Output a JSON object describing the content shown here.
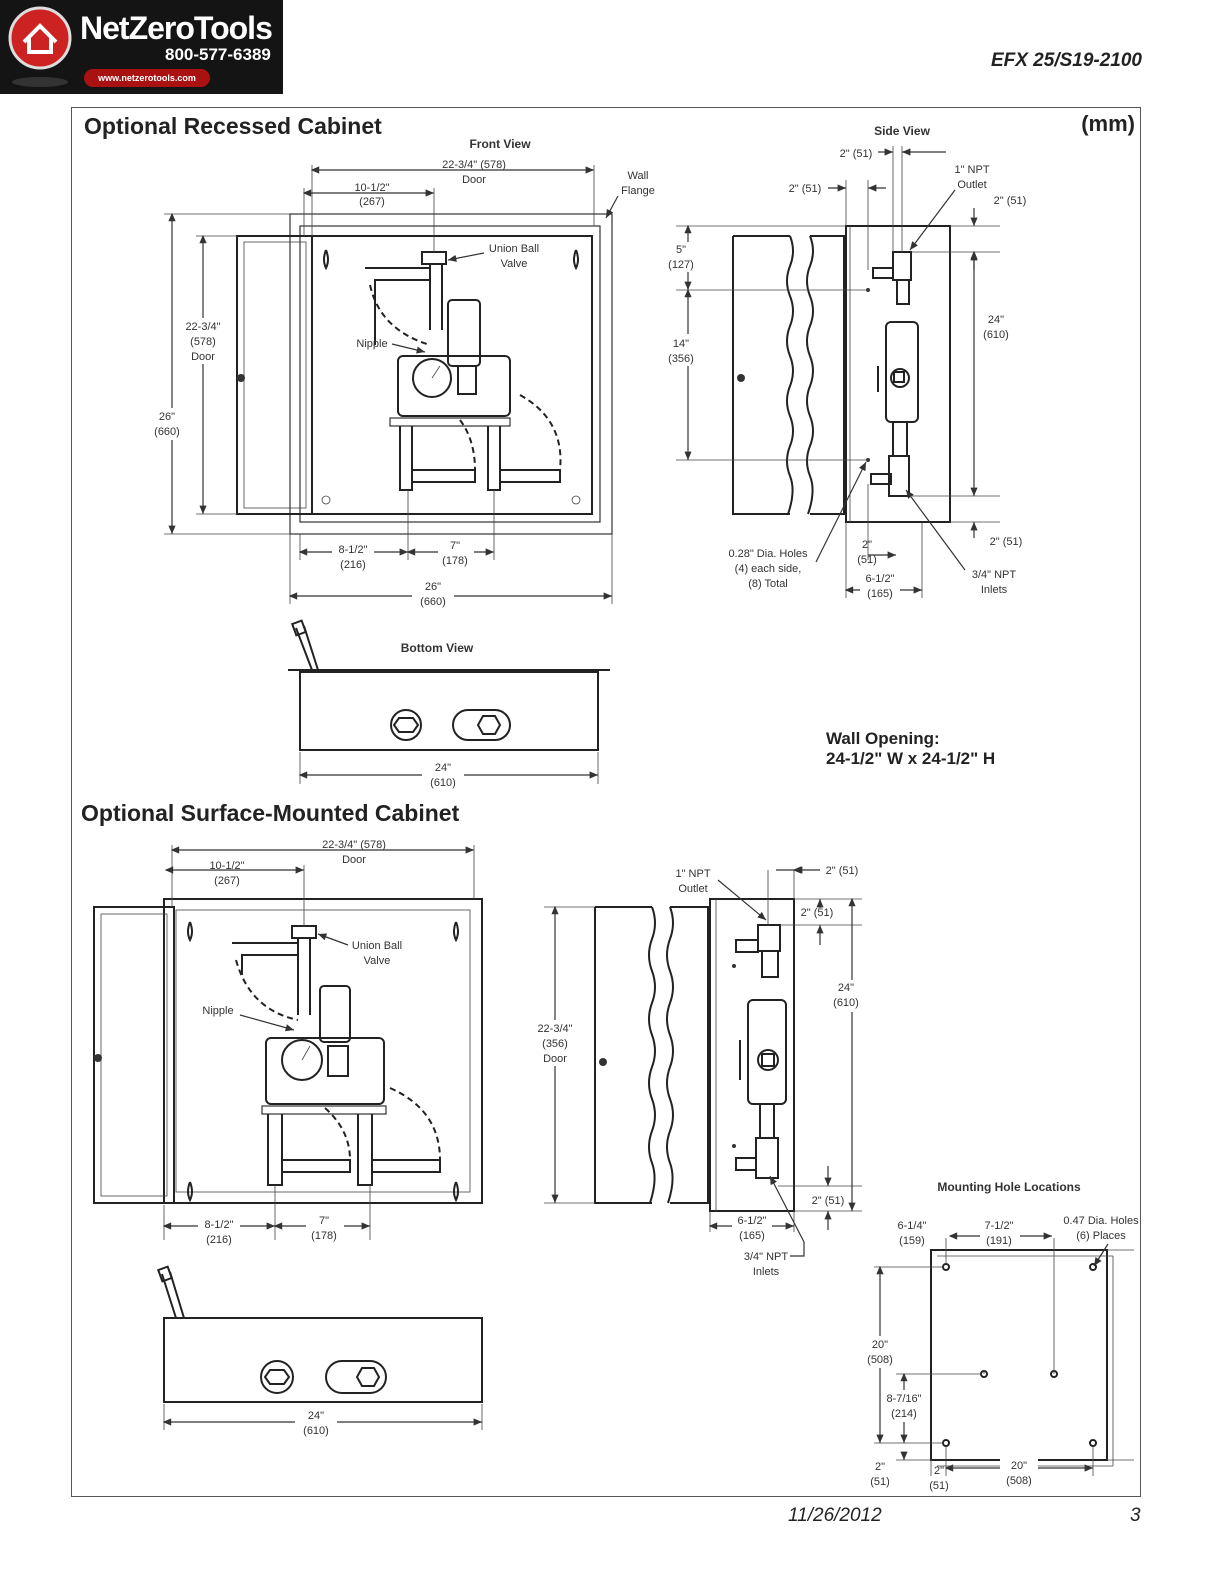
{
  "header": {
    "logo_name": "NetZeroTools",
    "logo_phone": "800-577-6389",
    "logo_url": "www.netzerotools.com",
    "doc_id": "EFX 25/S19-2100"
  },
  "units_label": "(mm)",
  "recessed": {
    "title": "Optional Recessed Cabinet",
    "front_view": {
      "label": "Front View",
      "door_width": [
        "22-3/4\" (578)",
        "Door"
      ],
      "offset": [
        "10-1/2\"",
        "(267)"
      ],
      "wall_flange": [
        "Wall",
        "Flange"
      ],
      "union_ball_valve": [
        "Union Ball",
        "Valve"
      ],
      "nipple": "Nipple",
      "door_height": [
        "22-3/4\"",
        "(578)",
        "Door"
      ],
      "height": [
        "26\"",
        "(660)"
      ],
      "inlet_offset": [
        "8-1/2\"",
        "(216)"
      ],
      "inlet_spacing": [
        "7\"",
        "(178)"
      ],
      "width": [
        "26\"",
        "(660)"
      ]
    },
    "side_view": {
      "label": "Side View",
      "top_2": "2\" (51)",
      "left_2": "2\" (51)",
      "outlet": [
        "1\" NPT",
        "Outlet"
      ],
      "right_2": "2\" (51)",
      "dim_5": [
        "5\"",
        "(127)"
      ],
      "dim_14": [
        "14\"",
        "(356)"
      ],
      "dim_24": [
        "24\"",
        "(610)"
      ],
      "bottom_2": "2\" (51)",
      "holes": [
        "0.28\" Dia. Holes",
        "(4) each side,",
        "(8) Total"
      ],
      "depth_2": [
        "2\"",
        "(51)"
      ],
      "depth": [
        "6-1/2\"",
        "(165)"
      ],
      "inlets": [
        "3/4\" NPT",
        "Inlets"
      ]
    },
    "bottom_view": {
      "label": "Bottom View",
      "width": [
        "24\"",
        "(610)"
      ]
    },
    "wall_opening": [
      "Wall Opening:",
      "24-1/2\" W x 24-1/2\" H"
    ]
  },
  "surface": {
    "title": "Optional Surface-Mounted Cabinet",
    "front_view": {
      "door_width": [
        "22-3/4\" (578)",
        "Door"
      ],
      "offset": [
        "10-1/2\"",
        "(267)"
      ],
      "union_ball_valve": [
        "Union Ball",
        "Valve"
      ],
      "nipple": "Nipple",
      "inlet_offset": [
        "8-1/2\"",
        "(216)"
      ],
      "inlet_spacing": [
        "7\"",
        "(178)"
      ]
    },
    "side_view": {
      "outlet": [
        "1\" NPT",
        "Outlet"
      ],
      "top_2": "2\" (51)",
      "outlet_2": "2\" (51)",
      "door_height": [
        "22-3/4\"",
        "(356)",
        "Door"
      ],
      "dim_24": [
        "24\"",
        "(610)"
      ],
      "bottom_2": "2\" (51)",
      "depth": [
        "6-1/2\"",
        "(165)"
      ],
      "inlets": [
        "3/4\" NPT",
        "Inlets"
      ]
    },
    "bottom_view": {
      "width": [
        "24\"",
        "(610)"
      ]
    },
    "mounting": {
      "label": "Mounting Hole Locations",
      "dim_a": [
        "6-1/4\"",
        "(159)"
      ],
      "dim_b": [
        "7-1/2\"",
        "(191)"
      ],
      "holes": [
        "0.47 Dia. Holes",
        "(6) Places"
      ],
      "dim_20v": [
        "20\"",
        "(508)"
      ],
      "dim_8": [
        "8-7/16\"",
        "(214)"
      ],
      "dim_2a": [
        "2\"",
        "(51)"
      ],
      "dim_2b": [
        "2\"",
        "(51)"
      ],
      "dim_20h": [
        "20\"",
        "(508)"
      ]
    }
  },
  "footer": {
    "date": "11/26/2012",
    "page": "3"
  }
}
